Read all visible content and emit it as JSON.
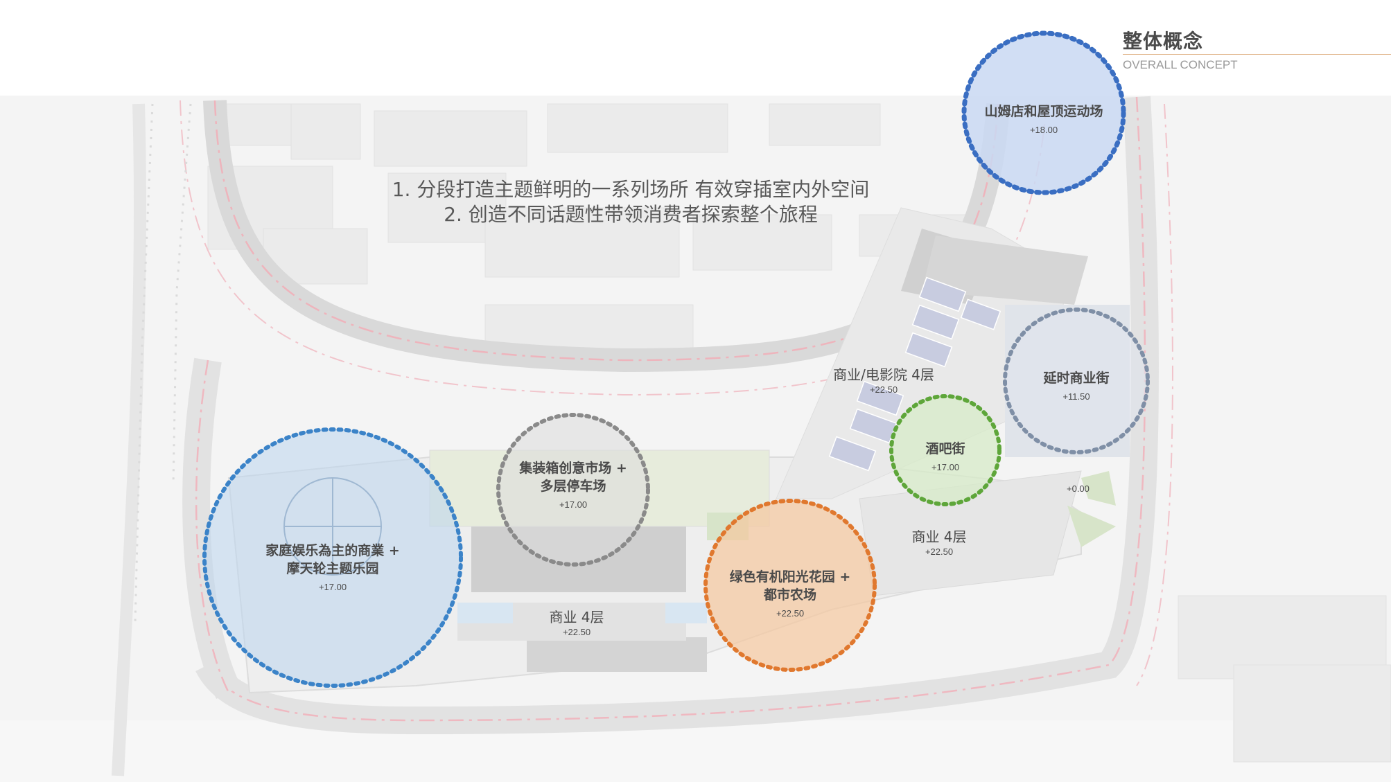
{
  "header": {
    "title_zh": "整体概念",
    "title_en": "OVERALL CONCEPT"
  },
  "description": {
    "line1": "1. 分段打造主题鲜明的一系列场所 有效穿插室内外空间",
    "line2": "2. 创造不同话题性带领消费者探索整个旅程"
  },
  "zones": {
    "sams": {
      "name": "山姆店和屋顶运动场",
      "elevation": "+18.00",
      "color": "#3a6ec2",
      "fill": "#c9d8f2"
    },
    "family": {
      "name_line1": "家庭娱乐為主的商業 +",
      "name_line2": "摩天轮主题乐园",
      "elevation": "+17.00",
      "color": "#3b83c8",
      "fill": "#bcd6ee"
    },
    "container": {
      "name_line1": "集装箱创意市场 +",
      "name_line2": "多层停车场",
      "elevation": "+17.00",
      "color": "#8a8a8a",
      "fill": "#dcdcdc"
    },
    "garden": {
      "name_line1": "绿色有机阳光花园 +",
      "name_line2": "都市农场",
      "elevation": "+22.50",
      "color": "#e0782e",
      "fill": "#f5c79e"
    },
    "bar": {
      "name": "酒吧街",
      "elevation": "+17.00",
      "color": "#5ea63a",
      "fill": "#d7ebc8"
    },
    "night": {
      "name": "延时商业街",
      "elevation": "+11.50",
      "color": "#7f8fa6",
      "fill": "#dfe4ec"
    }
  },
  "labels": {
    "cinema": {
      "name": "商业/电影院 4层",
      "elevation": "+22.50"
    },
    "retail_east": {
      "name": "商业 4层",
      "elevation": "+22.50"
    },
    "retail_south": {
      "name": "商业 4层",
      "elevation": "+22.50"
    },
    "ground": {
      "elevation": "+0.00"
    }
  }
}
